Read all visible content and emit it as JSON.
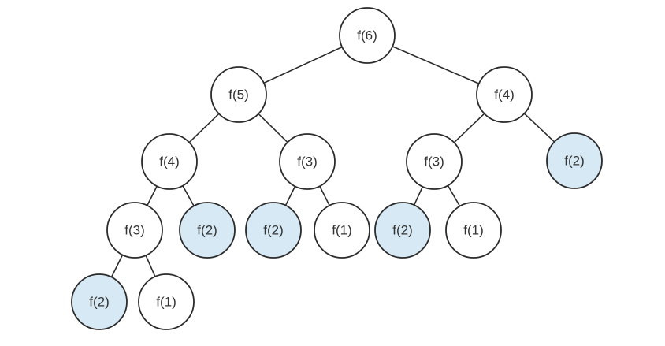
{
  "colors": {
    "plain_fill": "#ffffff",
    "repeated_fill": "#d6e9f4",
    "stroke": "#2b2b2b",
    "text": "#333333"
  },
  "nodes": [
    {
      "id": "n1",
      "label": "f(6)",
      "highlighted": false
    },
    {
      "id": "n2",
      "label": "f(5)",
      "highlighted": false
    },
    {
      "id": "n3",
      "label": "f(4)",
      "highlighted": false
    },
    {
      "id": "n4",
      "label": "f(4)",
      "highlighted": false
    },
    {
      "id": "n5",
      "label": "f(3)",
      "highlighted": false
    },
    {
      "id": "n6",
      "label": "f(3)",
      "highlighted": false
    },
    {
      "id": "n7",
      "label": "f(2)",
      "highlighted": true
    },
    {
      "id": "n8",
      "label": "f(3)",
      "highlighted": false
    },
    {
      "id": "n9",
      "label": "f(2)",
      "highlighted": true
    },
    {
      "id": "n10",
      "label": "f(2)",
      "highlighted": true
    },
    {
      "id": "n11",
      "label": "f(1)",
      "highlighted": false
    },
    {
      "id": "n12",
      "label": "f(2)",
      "highlighted": true
    },
    {
      "id": "n13",
      "label": "f(1)",
      "highlighted": false
    },
    {
      "id": "n14",
      "label": "f(2)",
      "highlighted": true
    },
    {
      "id": "n15",
      "label": "f(1)",
      "highlighted": false
    }
  ],
  "edges": [
    [
      "n1",
      "n2"
    ],
    [
      "n1",
      "n3"
    ],
    [
      "n2",
      "n4"
    ],
    [
      "n2",
      "n5"
    ],
    [
      "n3",
      "n6"
    ],
    [
      "n3",
      "n7"
    ],
    [
      "n4",
      "n8"
    ],
    [
      "n4",
      "n9"
    ],
    [
      "n5",
      "n10"
    ],
    [
      "n5",
      "n11"
    ],
    [
      "n6",
      "n12"
    ],
    [
      "n6",
      "n13"
    ],
    [
      "n8",
      "n14"
    ],
    [
      "n8",
      "n15"
    ]
  ]
}
